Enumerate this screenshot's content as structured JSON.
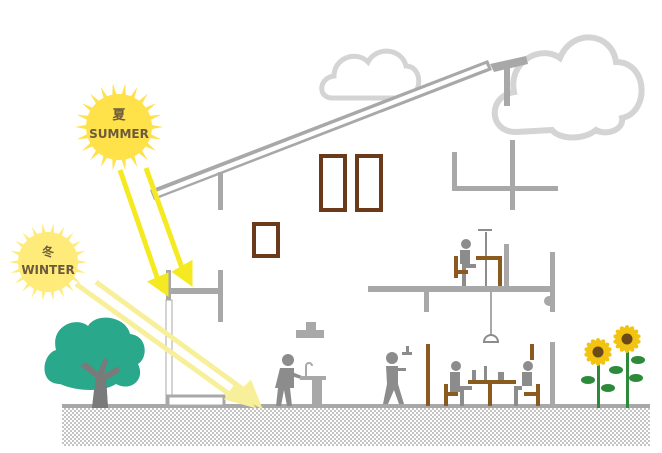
{
  "labels": {
    "summer_kanji": "夏",
    "summer": "SUMMER",
    "winter_kanji": "冬",
    "winter": "WINTER"
  },
  "colors": {
    "sun": "#ffe14a",
    "sun_ray": "#f5ea22",
    "wall": "#a8a8a8",
    "window_frame": "#6b3a1a",
    "tree": "#2aa88c",
    "trunk": "#7a7a7a",
    "person": "#8c8c8c",
    "furniture": "#8a5a1e",
    "sunflower_petal": "#f2c311",
    "sunflower_stem": "#2d8a3a",
    "cloud": "#d4d4d4",
    "ground": "#9a9a9a"
  },
  "icons": [
    "summer-sun-icon",
    "winter-sun-icon",
    "tree-icon",
    "sunflower-icon",
    "cloud-icon",
    "person-icon"
  ]
}
